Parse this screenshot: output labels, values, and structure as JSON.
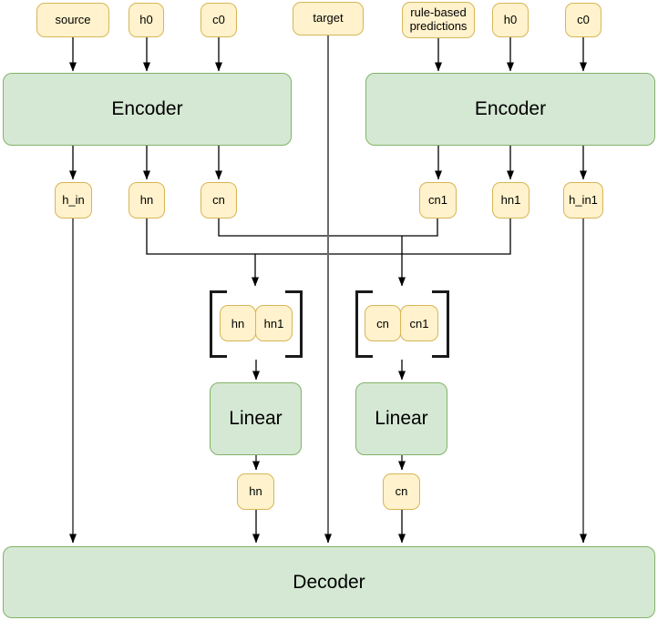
{
  "colors": {
    "yellow_fill": "#FFF2CC",
    "yellow_border": "#D6B656",
    "green_fill": "#D5E8D4",
    "green_border": "#82B366",
    "line_black": "#000000",
    "line_gray": "#6b6b6b"
  },
  "nodes": {
    "source": "source",
    "h0_left": "h0",
    "c0_left": "c0",
    "target": "target",
    "rule_based": "rule-based predictions",
    "h0_right": "h0",
    "c0_right": "c0",
    "encoder_left": "Encoder",
    "encoder_right": "Encoder",
    "h_in": "h_in",
    "hn": "hn",
    "cn": "cn",
    "cn1": "cn1",
    "hn1": "hn1",
    "h_in1": "h_in1",
    "concat_left": {
      "a": "hn",
      "b": "hn1"
    },
    "concat_right": {
      "a": "cn",
      "b": "cn1"
    },
    "linear_left": "Linear",
    "linear_right": "Linear",
    "hn_out": "hn",
    "cn_out": "cn",
    "decoder": "Decoder"
  }
}
